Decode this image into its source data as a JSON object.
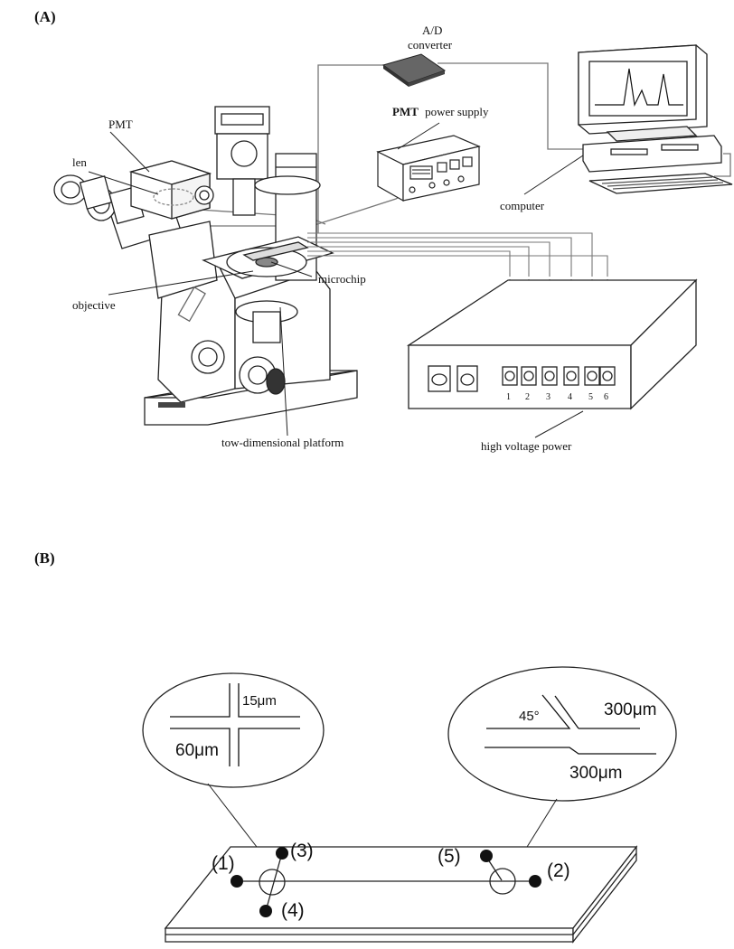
{
  "panel_a": {
    "label": "(A)",
    "labels": {
      "ad_converter_line1": "A/D",
      "ad_converter_line2": "converter",
      "pmt": "PMT",
      "pmt_power_supply_bold": "PMT",
      "pmt_power_supply_rest": "power supply",
      "len": "len",
      "computer": "computer",
      "microchip": "microchip",
      "objective": "objective",
      "platform": "tow-dimensional platform",
      "high_voltage_power": "high voltage power"
    },
    "hv_channels": [
      "1",
      "2",
      "3",
      "4",
      "5",
      "6"
    ]
  },
  "panel_b": {
    "label": "(B)",
    "zoom_left": {
      "width_top": "15μm",
      "width_bottom": "60μm"
    },
    "zoom_right": {
      "angle": "45°",
      "width_top": "300μm",
      "width_bottom": "300μm"
    },
    "ports": [
      "(1)",
      "(2)",
      "(3)",
      "(4)",
      "(5)"
    ]
  }
}
